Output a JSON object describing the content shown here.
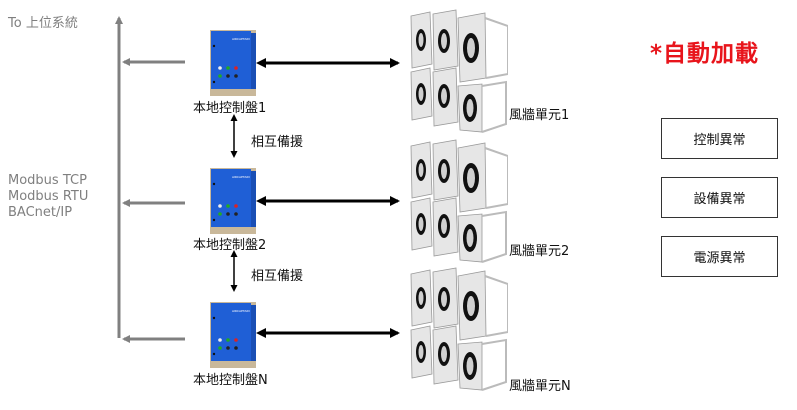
{
  "diagram": {
    "upper_system_label": "To 上位系統",
    "protocols": [
      "Modbus TCP",
      "Modbus RTU",
      "BACnet/IP"
    ],
    "auto_load_label": "*自動加載",
    "panels": [
      {
        "label": "本地控制盤1"
      },
      {
        "label": "本地控制盤2"
      },
      {
        "label": "本地控制盤N"
      }
    ],
    "backup_labels": [
      "相互備援",
      "相互備援"
    ],
    "fan_units": [
      {
        "label": "風牆單元1"
      },
      {
        "label": "風牆單元2"
      },
      {
        "label": "風牆單元N"
      }
    ],
    "status_boxes": [
      {
        "label": "控制異常"
      },
      {
        "label": "設備異常"
      },
      {
        "label": "電源異常"
      }
    ],
    "colors": {
      "bus_line": "#808080",
      "link_arrow": "#000000",
      "accent_red": "#e8141b",
      "panel_blue": "#1f5fd6"
    }
  }
}
